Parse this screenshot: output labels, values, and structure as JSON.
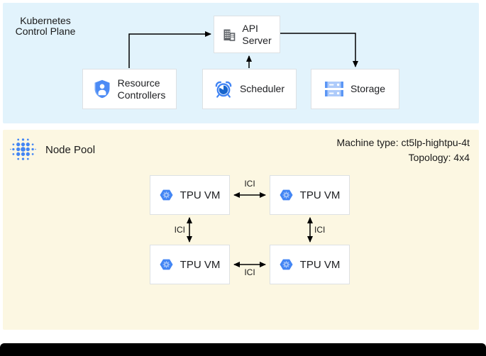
{
  "colors": {
    "control_plane_bg": "#E2F3FC",
    "node_pool_bg": "#FCF7E2",
    "box_border": "#DDE1E4",
    "accent_blue": "#4285F4",
    "dark_blue": "#1765CC",
    "light_blue": "#AECBFA",
    "icon_gray": "#5F6368",
    "arrow_black": "#000000",
    "bottom_bar": "#000000"
  },
  "control_plane": {
    "title_line1": "Kubernetes",
    "title_line2": "Control Plane",
    "boxes": {
      "api_server": {
        "line1": "API",
        "line2": "Server"
      },
      "resource_controllers": {
        "line1": "Resource",
        "line2": "Controllers"
      },
      "scheduler": {
        "label": "Scheduler"
      },
      "storage": {
        "label": "Storage"
      }
    }
  },
  "node_pool": {
    "title": "Node Pool",
    "machine_type": "Machine type: ct5lp-hightpu-4t",
    "topology": "Topology: 4x4",
    "vms": [
      {
        "label": "TPU VM"
      },
      {
        "label": "TPU VM"
      },
      {
        "label": "TPU VM"
      },
      {
        "label": "TPU VM"
      }
    ],
    "links": [
      {
        "label": "ICI"
      },
      {
        "label": "ICI"
      },
      {
        "label": "ICI"
      },
      {
        "label": "ICI"
      }
    ]
  }
}
